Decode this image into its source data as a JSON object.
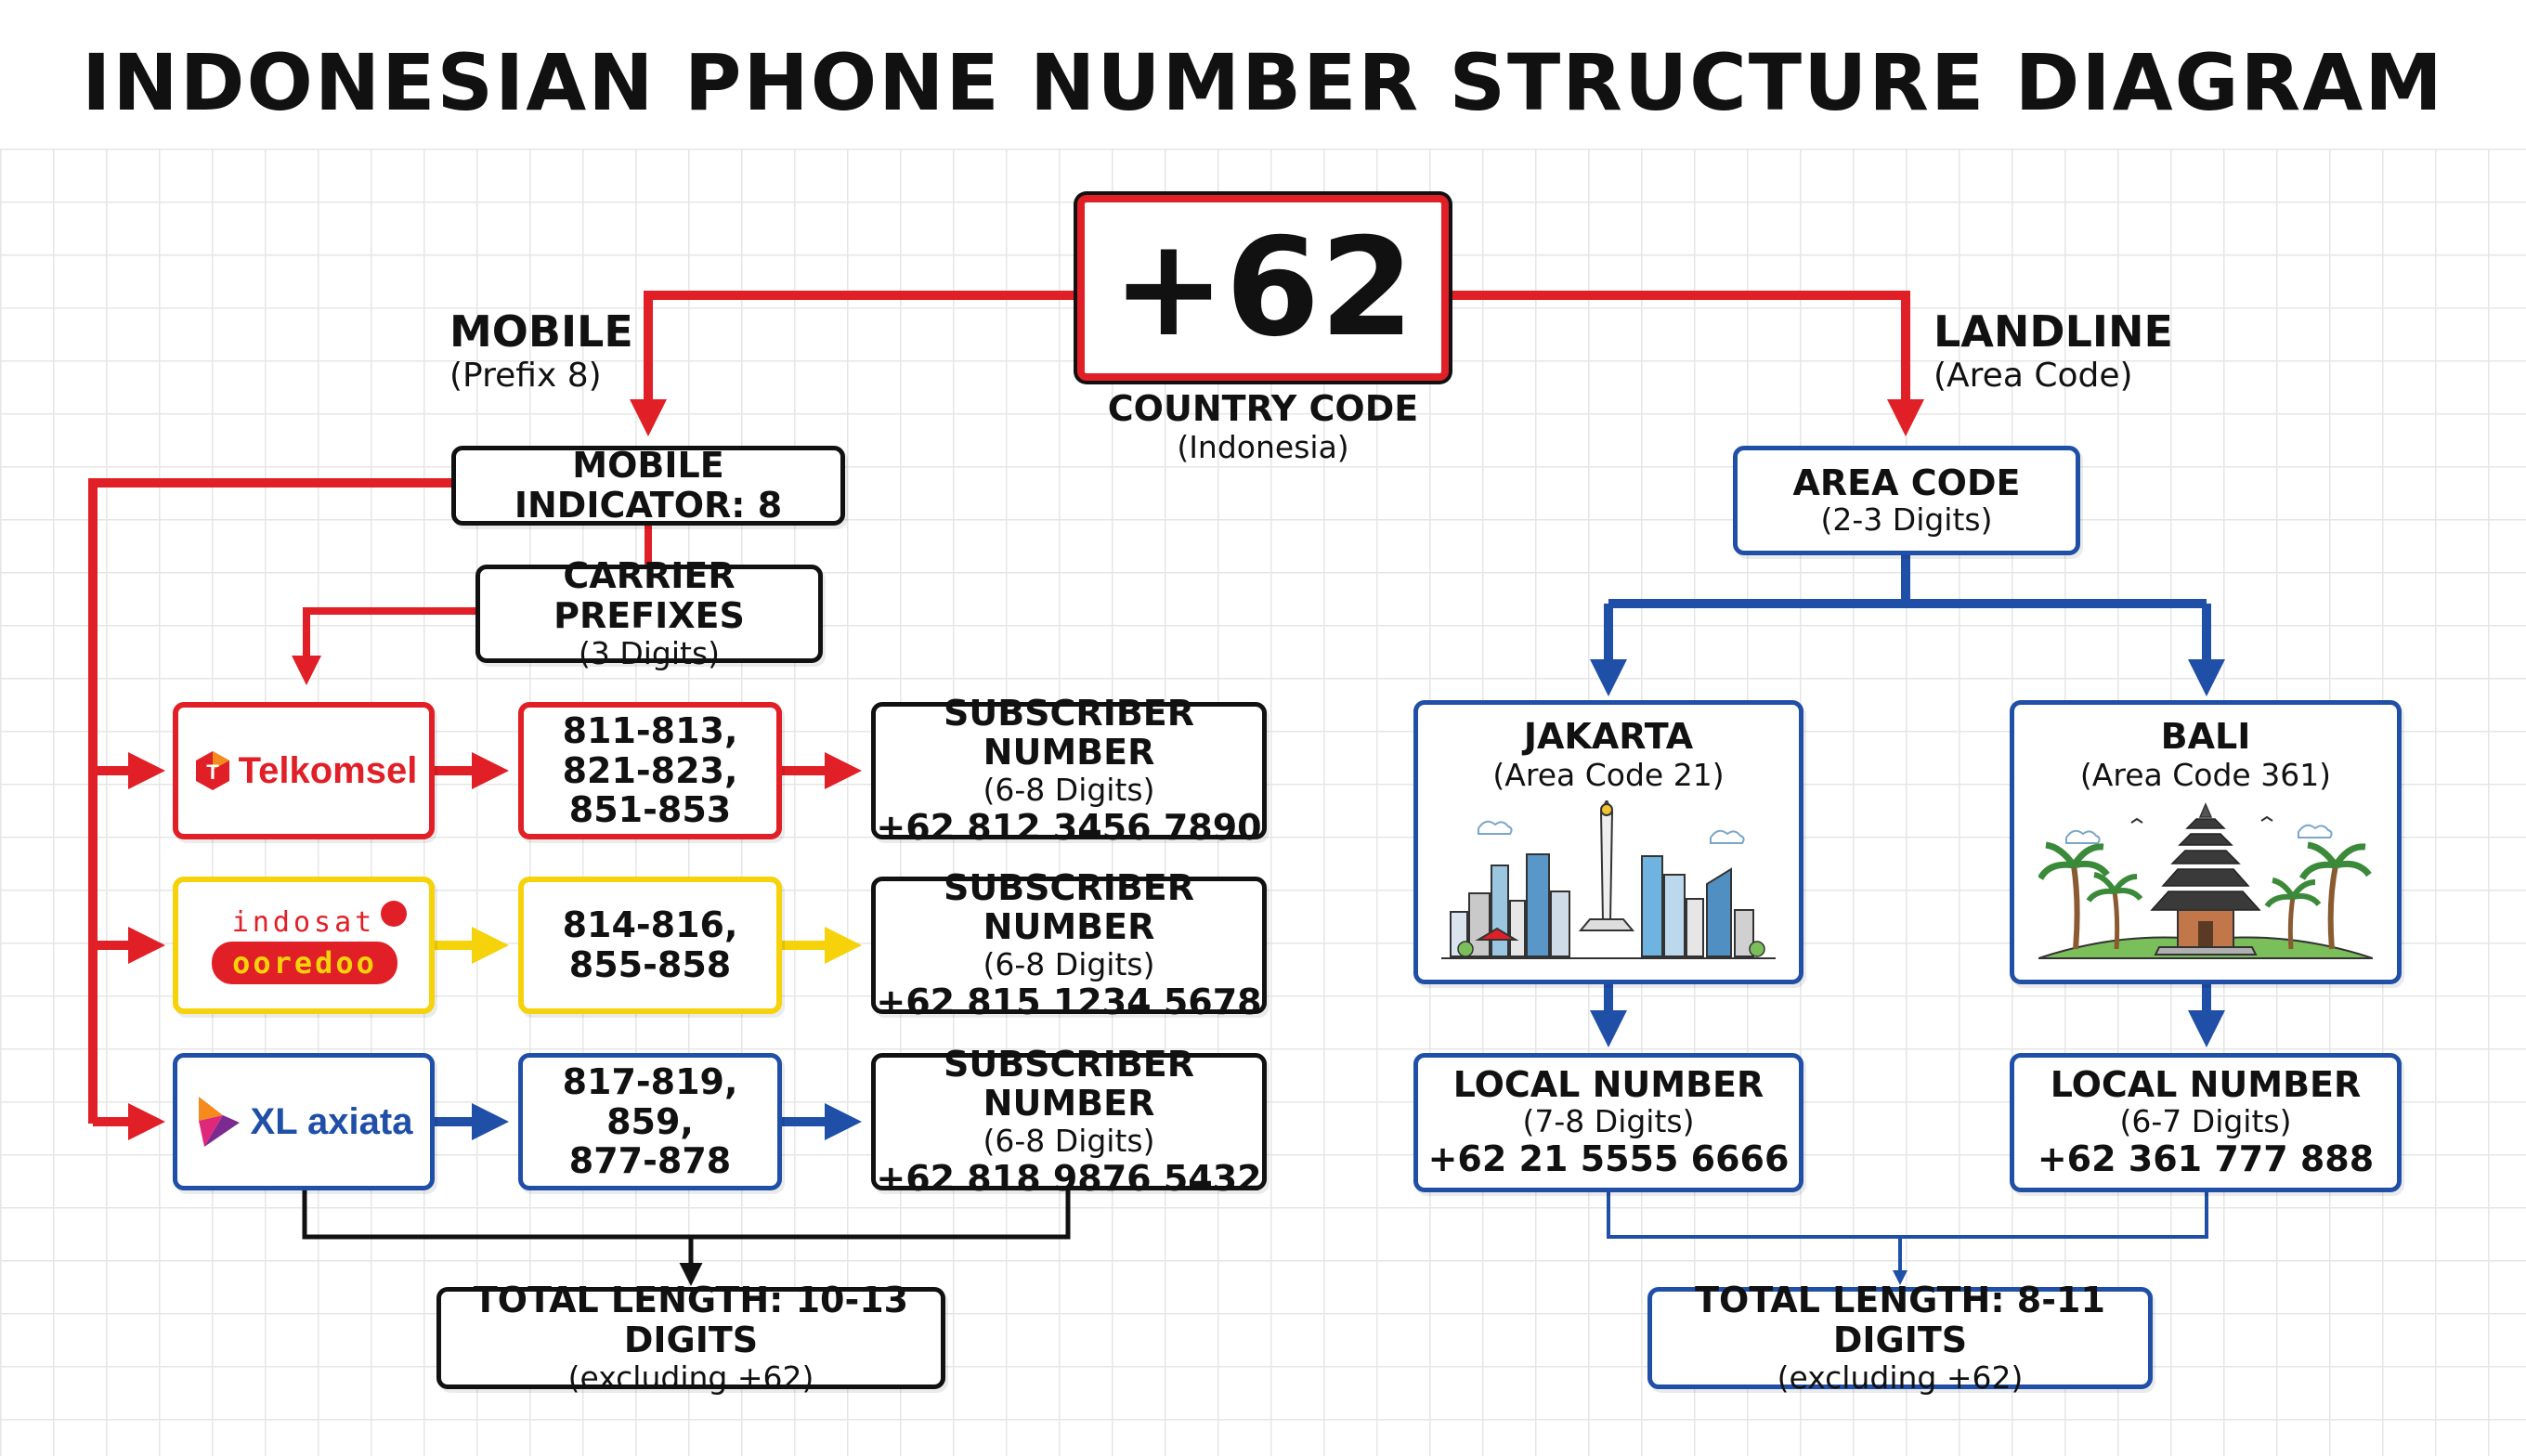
{
  "title": "INDONESIAN PHONE NUMBER STRUCTURE DIAGRAM",
  "country": {
    "code": "+62",
    "label": "COUNTRY CODE",
    "sublabel": "(Indonesia)"
  },
  "mobile": {
    "branch_label": "MOBILE",
    "branch_sub": "(Prefix 8)",
    "indicator": "MOBILE INDICATOR: 8",
    "carrier_prefixes": {
      "title": "CARRIER PREFIXES",
      "sub": "(3 Digits)"
    },
    "carriers": [
      {
        "name": "Telkomsel",
        "color": "#e11f27",
        "prefix_lines": [
          "811-813,",
          "821-823,",
          "851-853"
        ],
        "subscriber": {
          "title": "SUBSCRIBER NUMBER",
          "digits": "(6-8 Digits)",
          "example": "+62 812 3456 7890"
        }
      },
      {
        "name_top": "indosat",
        "name_bottom": "ooredoo",
        "color": "#f5d20a",
        "prefix_lines": [
          "814-816,",
          "855-858"
        ],
        "subscriber": {
          "title": "SUBSCRIBER NUMBER",
          "digits": "(6-8 Digits)",
          "example": "+62 815 1234 5678"
        }
      },
      {
        "name": "XL axiata",
        "color": "#1f4fa6",
        "prefix_lines": [
          "817-819,",
          "859,",
          "877-878"
        ],
        "subscriber": {
          "title": "SUBSCRIBER NUMBER",
          "digits": "(6-8 Digits)",
          "example": "+62 818 9876 5432"
        }
      }
    ],
    "total": {
      "title": "TOTAL LENGTH: 10-13 DIGITS",
      "sub": "(excluding +62)"
    }
  },
  "landline": {
    "branch_label": "LANDLINE",
    "branch_sub": "(Area Code)",
    "area_code": {
      "title": "AREA CODE",
      "sub": "(2-3 Digits)"
    },
    "cities": [
      {
        "name": "JAKARTA",
        "sub": "(Area Code 21)",
        "local": {
          "title": "LOCAL NUMBER",
          "digits": "(7-8 Digits)",
          "example": "+62 21 5555 6666"
        }
      },
      {
        "name": "BALI",
        "sub": "(Area Code 361)",
        "local": {
          "title": "LOCAL NUMBER",
          "digits": "(6-7 Digits)",
          "example": "+62 361 777 888"
        }
      }
    ],
    "total": {
      "title": "TOTAL LENGTH: 8-11 DIGITS",
      "sub": "(excluding +62)"
    }
  },
  "colors": {
    "red": "#e11f27",
    "yellow": "#f5d20a",
    "blue": "#1f4fa6",
    "black": "#111111"
  }
}
